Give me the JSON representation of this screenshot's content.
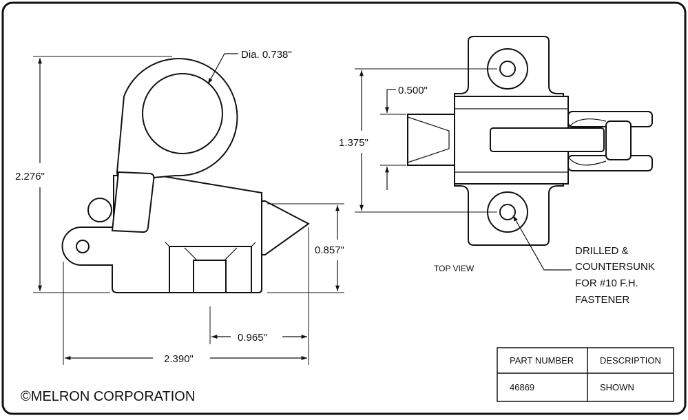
{
  "dimensions": {
    "clamp_dia": "Dia. 0.738\"",
    "overall_height": "2.276\"",
    "overall_width": "2.390\"",
    "nose_height": "0.857\"",
    "nose_length": "0.965\"",
    "hole_spacing": "1.375\"",
    "slot_width": "0.500\""
  },
  "labels": {
    "top_view": "TOP VIEW",
    "note_line1": "DRILLED &",
    "note_line2": "COUNTERSUNK",
    "note_line3": "FOR #10 F.H.",
    "note_line4": "FASTENER"
  },
  "table": {
    "headers": [
      "PART NUMBER",
      "DESCRIPTION"
    ],
    "row": [
      "46869",
      "SHOWN"
    ]
  },
  "copyright": "©MELRON CORPORATION"
}
